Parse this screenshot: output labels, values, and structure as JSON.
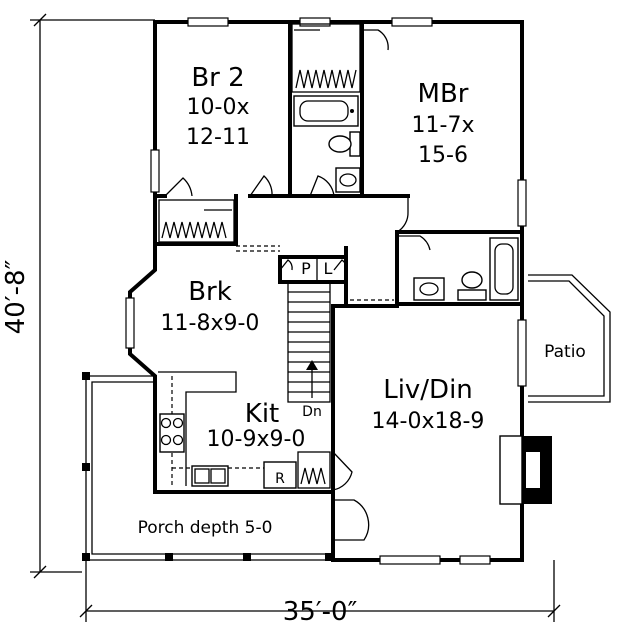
{
  "rooms": {
    "br2": {
      "name": "Br 2",
      "dim1": "10-0x",
      "dim2": "12-11"
    },
    "mbr": {
      "name": "MBr",
      "dim1": "11-7x",
      "dim2": "15-6"
    },
    "brk": {
      "name": "Brk",
      "dim": "11-8x9-0"
    },
    "kit": {
      "name": "Kit",
      "dim": "10-9x9-0"
    },
    "livdin": {
      "name": "Liv/Din",
      "dim": "14-0x18-9"
    },
    "patio": {
      "name": "Patio"
    },
    "porch": {
      "label": "Porch depth 5-0"
    }
  },
  "labels": {
    "pantry": "P",
    "linen": "L",
    "stair_down": "Dn",
    "refrigerator": "R"
  },
  "dimensions": {
    "overall_depth": "40′-8″",
    "overall_width": "35′-0″"
  }
}
